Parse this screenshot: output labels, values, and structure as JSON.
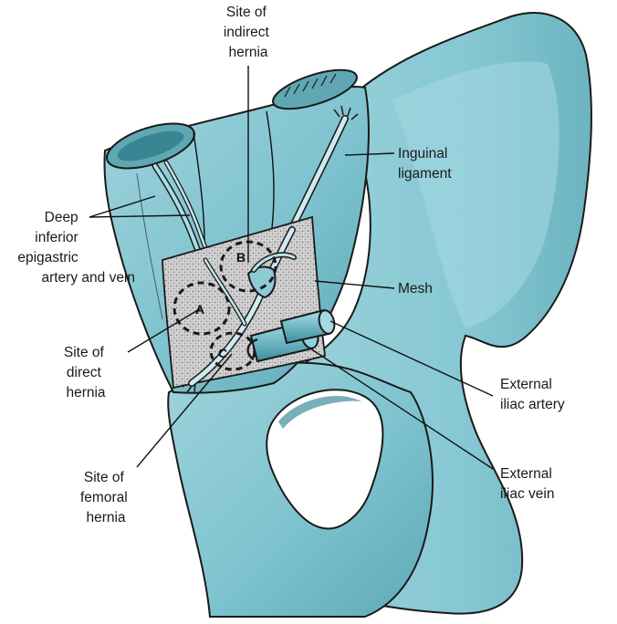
{
  "labels": {
    "site_indirect": [
      "Site of",
      "indirect",
      "hernia"
    ],
    "inguinal_ligament": [
      "Inguinal",
      "ligament"
    ],
    "deep_inferior": [
      "Deep",
      "inferior",
      "epigastric",
      "artery and vein"
    ],
    "mesh": [
      "Mesh"
    ],
    "site_direct": [
      "Site of",
      "direct",
      "hernia"
    ],
    "external_iliac_artery": [
      "External",
      "iliac artery"
    ],
    "external_iliac_vein": [
      "External",
      "iliac vein"
    ],
    "site_femoral": [
      "Site of",
      "femoral",
      "hernia"
    ]
  },
  "markers": {
    "a": "A",
    "b": "B",
    "c": "C"
  },
  "colors": {
    "tissue": "#7ec3cf",
    "tissue_light": "#a8d9e1",
    "tissue_dark": "#4f9aa8",
    "mesh": "#c9c9c9",
    "outline": "#1a1a1a"
  }
}
